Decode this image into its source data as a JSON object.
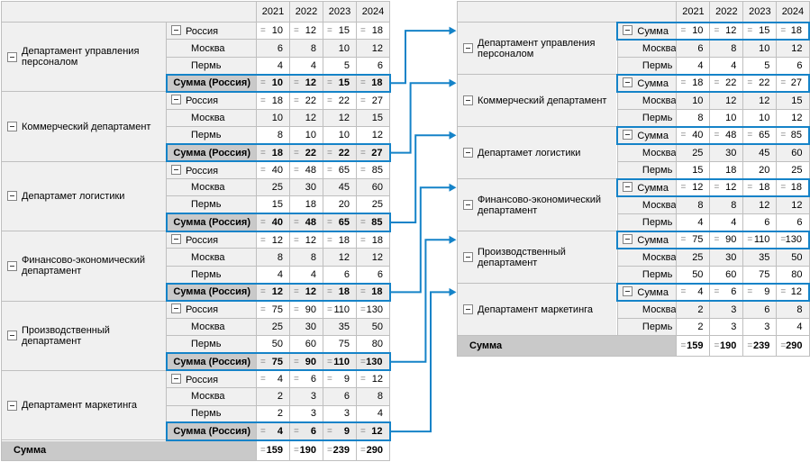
{
  "accent_color": "#1583c8",
  "years": [
    "2021",
    "2022",
    "2023",
    "2024"
  ],
  "icons": {
    "equals": "="
  },
  "left_table": {
    "total_row": {
      "label": "Сумма",
      "values": [
        "159",
        "190",
        "239",
        "290"
      ]
    },
    "departments": [
      {
        "name": "Департамент управления персоналом",
        "rows": [
          {
            "label": "Россия",
            "type": "group",
            "values": [
              "10",
              "12",
              "15",
              "18"
            ]
          },
          {
            "label": "Москва",
            "type": "city",
            "striped": true,
            "values": [
              "6",
              "8",
              "10",
              "12"
            ]
          },
          {
            "label": "Пермь",
            "type": "city",
            "values": [
              "4",
              "4",
              "5",
              "6"
            ]
          },
          {
            "label": "Сумма (Россия)",
            "type": "sum",
            "values": [
              "10",
              "12",
              "15",
              "18"
            ]
          }
        ]
      },
      {
        "name": "Коммерческий департамент",
        "rows": [
          {
            "label": "Россия",
            "type": "group",
            "values": [
              "18",
              "22",
              "22",
              "27"
            ]
          },
          {
            "label": "Москва",
            "type": "city",
            "striped": true,
            "values": [
              "10",
              "12",
              "12",
              "15"
            ]
          },
          {
            "label": "Пермь",
            "type": "city",
            "values": [
              "8",
              "10",
              "10",
              "12"
            ]
          },
          {
            "label": "Сумма (Россия)",
            "type": "sum",
            "values": [
              "18",
              "22",
              "22",
              "27"
            ]
          }
        ]
      },
      {
        "name": "Департамет логистики",
        "rows": [
          {
            "label": "Россия",
            "type": "group",
            "values": [
              "40",
              "48",
              "65",
              "85"
            ]
          },
          {
            "label": "Москва",
            "type": "city",
            "striped": true,
            "values": [
              "25",
              "30",
              "45",
              "60"
            ]
          },
          {
            "label": "Пермь",
            "type": "city",
            "values": [
              "15",
              "18",
              "20",
              "25"
            ]
          },
          {
            "label": "Сумма (Россия)",
            "type": "sum",
            "values": [
              "40",
              "48",
              "65",
              "85"
            ]
          }
        ]
      },
      {
        "name": "Финансово-экономический департамент",
        "rows": [
          {
            "label": "Россия",
            "type": "group",
            "values": [
              "12",
              "12",
              "18",
              "18"
            ]
          },
          {
            "label": "Москва",
            "type": "city",
            "striped": true,
            "values": [
              "8",
              "8",
              "12",
              "12"
            ]
          },
          {
            "label": "Пермь",
            "type": "city",
            "values": [
              "4",
              "4",
              "6",
              "6"
            ]
          },
          {
            "label": "Сумма (Россия)",
            "type": "sum",
            "values": [
              "12",
              "12",
              "18",
              "18"
            ]
          }
        ]
      },
      {
        "name": "Производственный департамент",
        "rows": [
          {
            "label": "Россия",
            "type": "group",
            "values": [
              "75",
              "90",
              "110",
              "130"
            ]
          },
          {
            "label": "Москва",
            "type": "city",
            "striped": true,
            "values": [
              "25",
              "30",
              "35",
              "50"
            ]
          },
          {
            "label": "Пермь",
            "type": "city",
            "values": [
              "50",
              "60",
              "75",
              "80"
            ]
          },
          {
            "label": "Сумма (Россия)",
            "type": "sum",
            "values": [
              "75",
              "90",
              "110",
              "130"
            ]
          }
        ]
      },
      {
        "name": "Департамент маркетинга",
        "rows": [
          {
            "label": "Россия",
            "type": "group",
            "values": [
              "4",
              "6",
              "9",
              "12"
            ]
          },
          {
            "label": "Москва",
            "type": "city",
            "striped": true,
            "values": [
              "2",
              "3",
              "6",
              "8"
            ]
          },
          {
            "label": "Пермь",
            "type": "city",
            "values": [
              "2",
              "3",
              "3",
              "4"
            ]
          },
          {
            "label": "Сумма (Россия)",
            "type": "sum",
            "values": [
              "4",
              "6",
              "9",
              "12"
            ]
          }
        ]
      }
    ]
  },
  "right_table": {
    "total_row": {
      "label": "Сумма",
      "values": [
        "159",
        "190",
        "239",
        "290"
      ]
    },
    "departments": [
      {
        "name": "Департамент управления персоналом",
        "rows": [
          {
            "label": "Сумма",
            "type": "sumgroup",
            "values": [
              "10",
              "12",
              "15",
              "18"
            ]
          },
          {
            "label": "Москва",
            "type": "city",
            "striped": true,
            "values": [
              "6",
              "8",
              "10",
              "12"
            ]
          },
          {
            "label": "Пермь",
            "type": "city",
            "values": [
              "4",
              "4",
              "5",
              "6"
            ]
          }
        ]
      },
      {
        "name": "Коммерческий департамент",
        "rows": [
          {
            "label": "Сумма",
            "type": "sumgroup",
            "values": [
              "18",
              "22",
              "22",
              "27"
            ]
          },
          {
            "label": "Москва",
            "type": "city",
            "striped": true,
            "values": [
              "10",
              "12",
              "12",
              "15"
            ]
          },
          {
            "label": "Пермь",
            "type": "city",
            "values": [
              "8",
              "10",
              "10",
              "12"
            ]
          }
        ]
      },
      {
        "name": "Департамет логистики",
        "rows": [
          {
            "label": "Сумма",
            "type": "sumgroup",
            "values": [
              "40",
              "48",
              "65",
              "85"
            ]
          },
          {
            "label": "Москва",
            "type": "city",
            "striped": true,
            "values": [
              "25",
              "30",
              "45",
              "60"
            ]
          },
          {
            "label": "Пермь",
            "type": "city",
            "values": [
              "15",
              "18",
              "20",
              "25"
            ]
          }
        ]
      },
      {
        "name": "Финансово-экономический департамент",
        "rows": [
          {
            "label": "Сумма",
            "type": "sumgroup",
            "values": [
              "12",
              "12",
              "18",
              "18"
            ]
          },
          {
            "label": "Москва",
            "type": "city",
            "striped": true,
            "values": [
              "8",
              "8",
              "12",
              "12"
            ]
          },
          {
            "label": "Пермь",
            "type": "city",
            "values": [
              "4",
              "4",
              "6",
              "6"
            ]
          }
        ]
      },
      {
        "name": "Производственный департамент",
        "rows": [
          {
            "label": "Сумма",
            "type": "sumgroup",
            "values": [
              "75",
              "90",
              "110",
              "130"
            ]
          },
          {
            "label": "Москва",
            "type": "city",
            "striped": true,
            "values": [
              "25",
              "30",
              "35",
              "50"
            ]
          },
          {
            "label": "Пермь",
            "type": "city",
            "values": [
              "50",
              "60",
              "75",
              "80"
            ]
          }
        ]
      },
      {
        "name": "Департамент маркетинга",
        "rows": [
          {
            "label": "Сумма",
            "type": "sumgroup",
            "values": [
              "4",
              "6",
              "9",
              "12"
            ]
          },
          {
            "label": "Москва",
            "type": "city",
            "striped": true,
            "values": [
              "2",
              "3",
              "6",
              "8"
            ]
          },
          {
            "label": "Пермь",
            "type": "city",
            "values": [
              "2",
              "3",
              "3",
              "4"
            ]
          }
        ]
      }
    ]
  }
}
